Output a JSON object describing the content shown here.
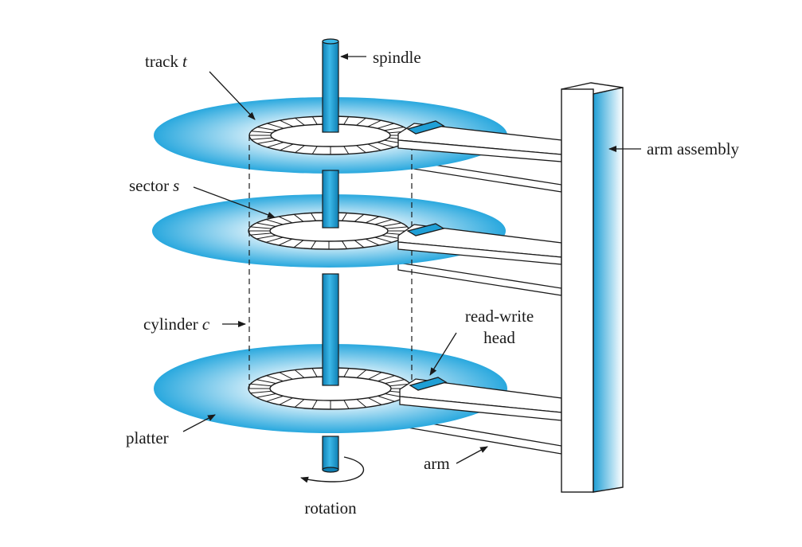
{
  "labels": {
    "spindle": "spindle",
    "track": "track",
    "track_var": "t",
    "sector": "sector",
    "sector_var": "s",
    "cylinder": "cylinder",
    "cylinder_var": "c",
    "arm_assembly": "arm assembly",
    "read_write_line1": "read-write",
    "read_write_line2": "head",
    "platter": "platter",
    "arm": "arm",
    "rotation": "rotation"
  },
  "colors": {
    "platter_edge": "#29a8de",
    "platter_center": "#e6f5fc",
    "spindle": "#1f9fd6",
    "head": "#1f9fd6",
    "line": "#1a1a1a"
  }
}
